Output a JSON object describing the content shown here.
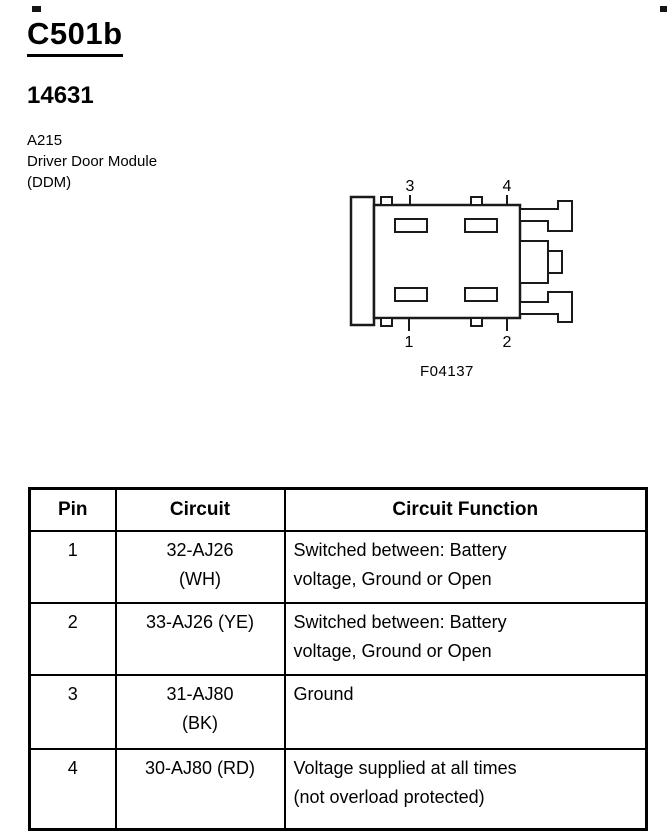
{
  "header": {
    "connector_id": "C501b",
    "part_number": "14631",
    "module_code": "A215",
    "module_name": "Driver Door Module",
    "module_abbr": "(DDM)"
  },
  "figure": {
    "caption": "F04137",
    "pins": {
      "top_left": "3",
      "top_right": "4",
      "bottom_left": "1",
      "bottom_right": "2"
    }
  },
  "table": {
    "headers": {
      "pin": "Pin",
      "circuit": "Circuit",
      "function": "Circuit Function"
    },
    "rows": [
      {
        "pin": "1",
        "circuit": "32-AJ26\n(WH)",
        "function": "Switched between: Battery\nvoltage, Ground or Open"
      },
      {
        "pin": "2",
        "circuit": "33-AJ26 (YE)",
        "function": "Switched between: Battery\nvoltage, Ground or Open"
      },
      {
        "pin": "3",
        "circuit": "31-AJ80\n(BK)",
        "function": "Ground"
      },
      {
        "pin": "4",
        "circuit": "30-AJ80 (RD)",
        "function": "Voltage supplied at all times\n(not overload protected)"
      }
    ]
  },
  "colors": {
    "ink": "#1a1a1a",
    "paper": "#ffffff"
  }
}
